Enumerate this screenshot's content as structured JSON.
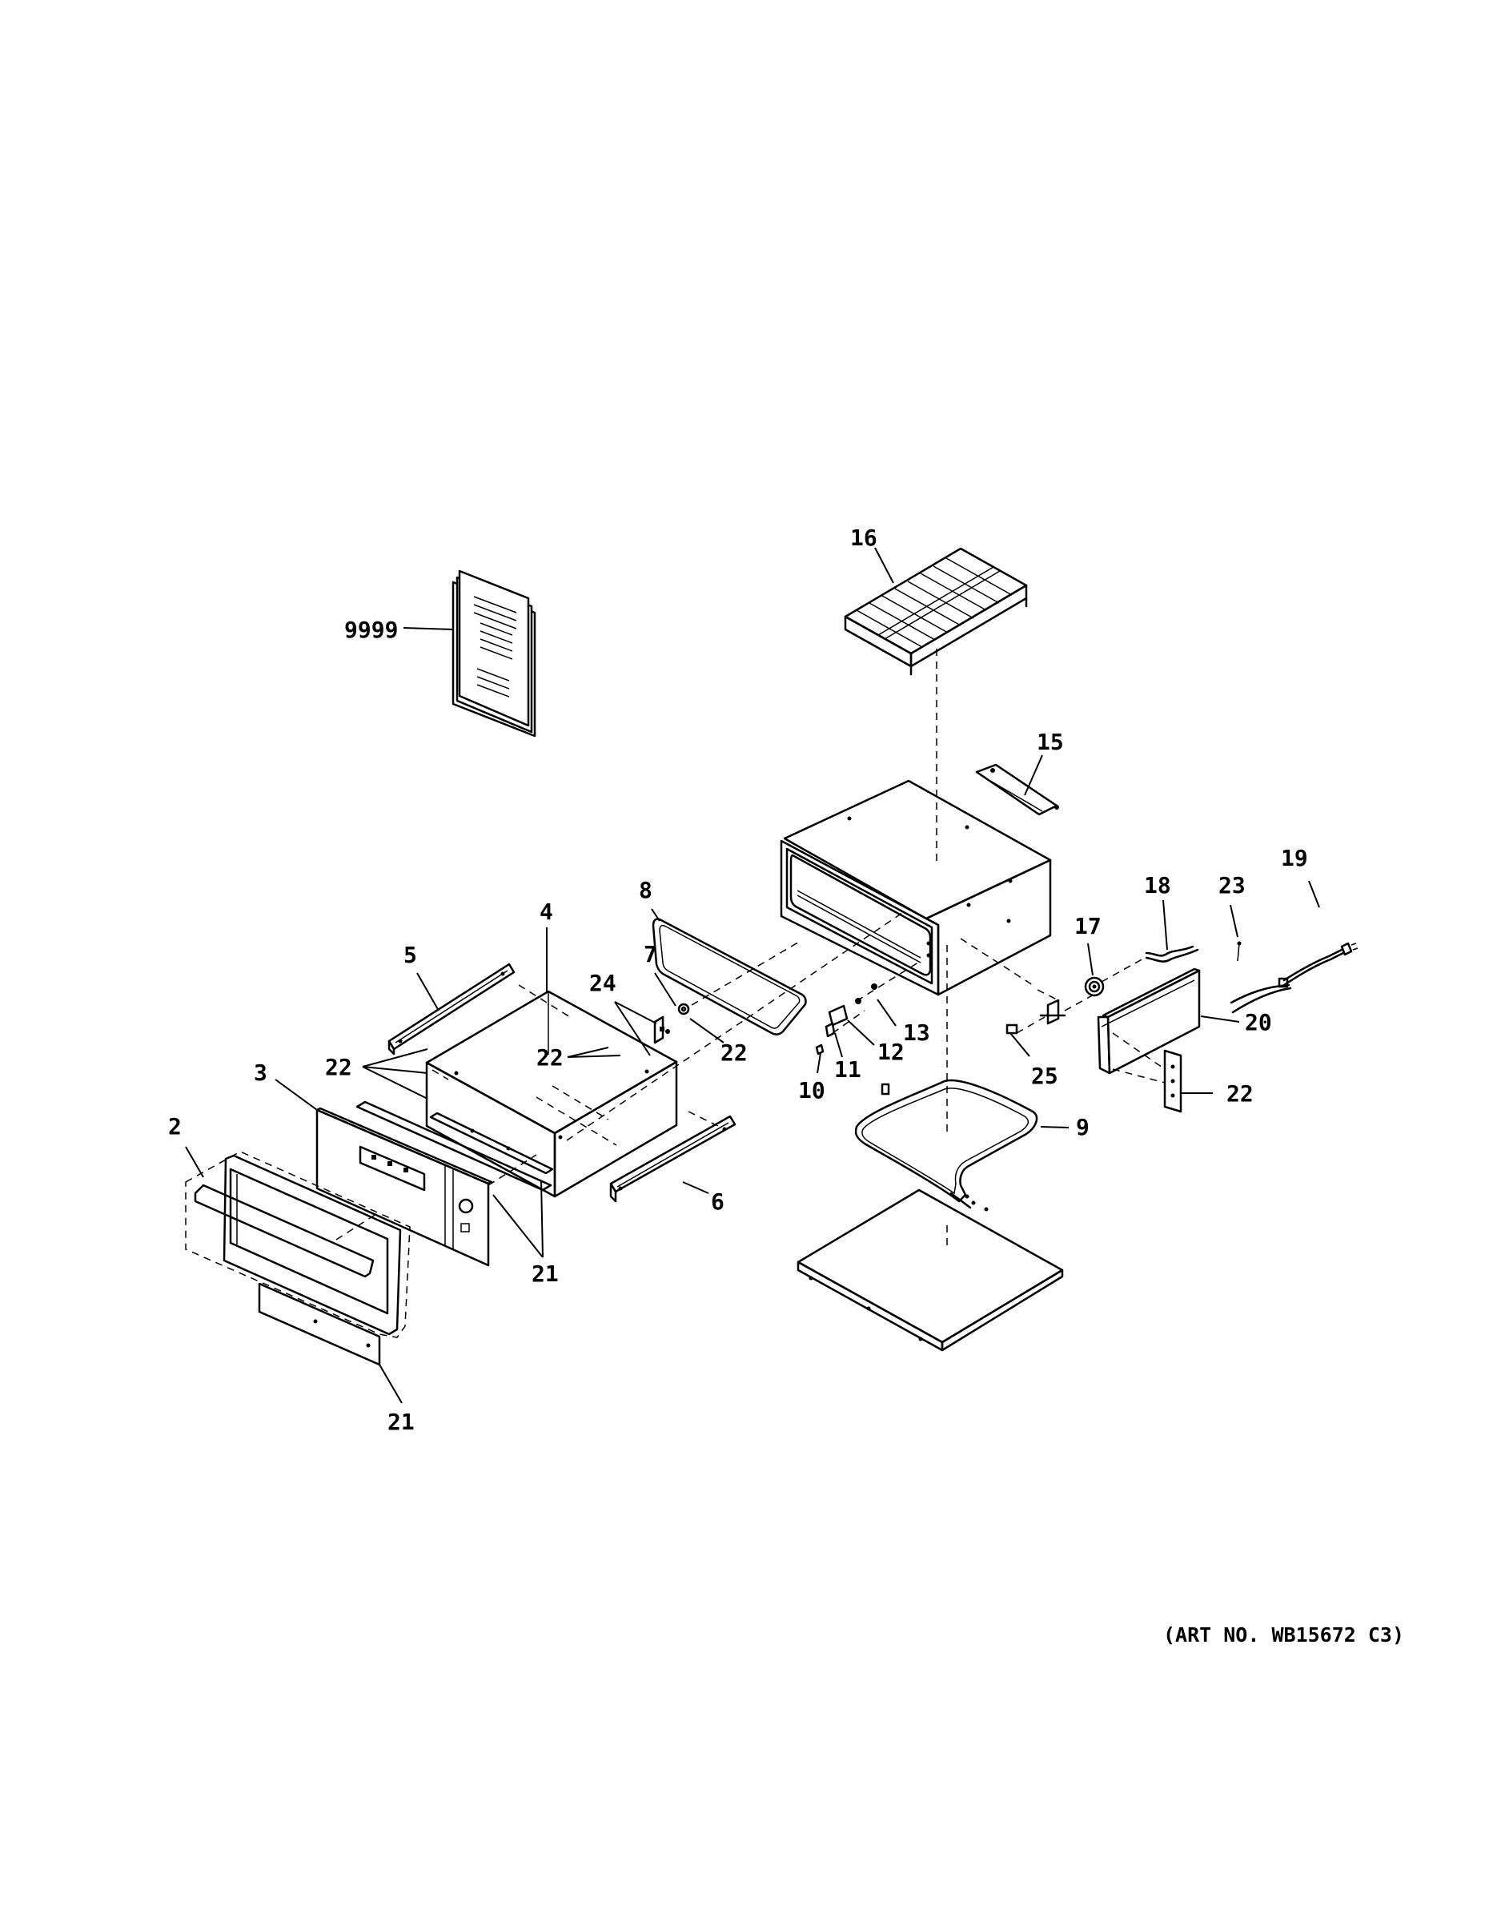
{
  "diagram": {
    "parts": [
      {
        "id": "manual",
        "label": "9999"
      },
      {
        "id": "rack",
        "label": "16"
      },
      {
        "id": "bracket-top",
        "label": "15"
      },
      {
        "id": "power-cord",
        "label": "19"
      },
      {
        "id": "wire-harness",
        "label": "18"
      },
      {
        "id": "screw-23",
        "label": "23"
      },
      {
        "id": "fan-motor",
        "label": "17"
      },
      {
        "id": "cover",
        "label": "20"
      },
      {
        "id": "bracket-25",
        "label": "25"
      },
      {
        "id": "fasteners-right",
        "label": "22"
      },
      {
        "id": "element",
        "label": "9"
      },
      {
        "id": "thermostat",
        "label": "13"
      },
      {
        "id": "switch-12",
        "label": "12"
      },
      {
        "id": "switch-11",
        "label": "11"
      },
      {
        "id": "light-10",
        "label": "10"
      },
      {
        "id": "gasket",
        "label": "8"
      },
      {
        "id": "roller-7",
        "label": "7"
      },
      {
        "id": "screw-22-mid",
        "label": "22"
      },
      {
        "id": "bracket-24",
        "label": "24"
      },
      {
        "id": "drawer-pan",
        "label": "4"
      },
      {
        "id": "slide-left",
        "label": "5"
      },
      {
        "id": "screws-22-left",
        "label": "22"
      },
      {
        "id": "screws-22-center",
        "label": "22"
      },
      {
        "id": "slide-right",
        "label": "6"
      },
      {
        "id": "front-panel",
        "label": "3"
      },
      {
        "id": "door-assembly",
        "label": "2"
      },
      {
        "id": "trim-21-upper",
        "label": "21"
      },
      {
        "id": "trim-21-lower",
        "label": "21"
      }
    ],
    "art_number": "(ART NO. WB15672 C3)"
  }
}
